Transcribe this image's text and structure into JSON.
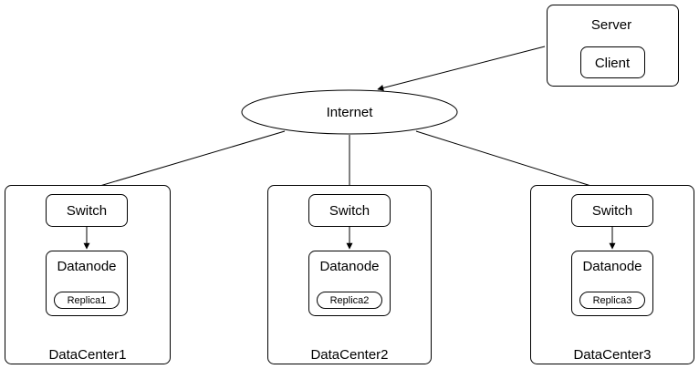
{
  "server": {
    "label": "Server",
    "client": "Client"
  },
  "internet": {
    "label": "Internet"
  },
  "datacenters": [
    {
      "label": "DataCenter1",
      "switch": "Switch",
      "datanode": "Datanode",
      "replica": "Replica1"
    },
    {
      "label": "DataCenter2",
      "switch": "Switch",
      "datanode": "Datanode",
      "replica": "Replica2"
    },
    {
      "label": "DataCenter3",
      "switch": "Switch",
      "datanode": "Datanode",
      "replica": "Replica3"
    }
  ]
}
